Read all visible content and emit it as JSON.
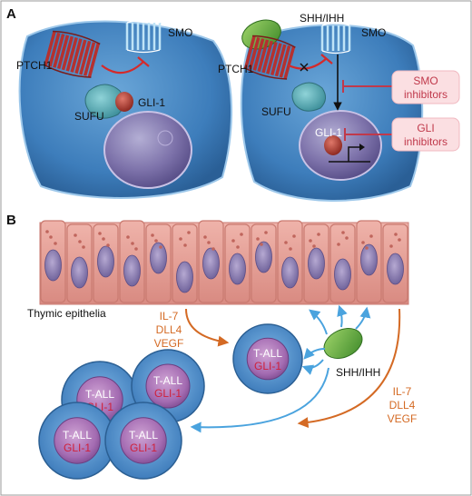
{
  "panels": {
    "a_label": "A",
    "b_label": "B"
  },
  "panel_a": {
    "left_cell": {
      "ptch1": "PTCH1",
      "smo": "SMO",
      "sufu": "SUFU",
      "gli1": "GLI-1"
    },
    "right_cell": {
      "ligand": "SHH/IHH",
      "ptch1": "PTCH1",
      "smo": "SMO",
      "sufu": "SUFU",
      "gli1": "GLI-1"
    },
    "smo_inhibitors": [
      "SMO",
      "inhibitors"
    ],
    "gli_inhibitors": [
      "GLI",
      "inhibitors"
    ]
  },
  "panel_b": {
    "epithelia_label": "Thymic epithelia",
    "factors_left": [
      "IL-7",
      "DLL4",
      "VEGF"
    ],
    "factors_right": [
      "IL-7",
      "DLL4",
      "VEGF"
    ],
    "ligand": "SHH/IHH",
    "tall_label": "T-ALL",
    "gli_label": "GLI-1"
  },
  "colors": {
    "cell_blue": "#3a78b8",
    "nucleus_purple": "#7a6fa5",
    "receptor_red": "#b5312f",
    "ligand_green": "#5fae3b",
    "epithelium_pink": "#e8a29a",
    "inhibitor_red": "#c0394b",
    "factor_orange": "#d46a24",
    "arrow_blue": "#4aa3de",
    "gli_red": "#d0203a"
  }
}
